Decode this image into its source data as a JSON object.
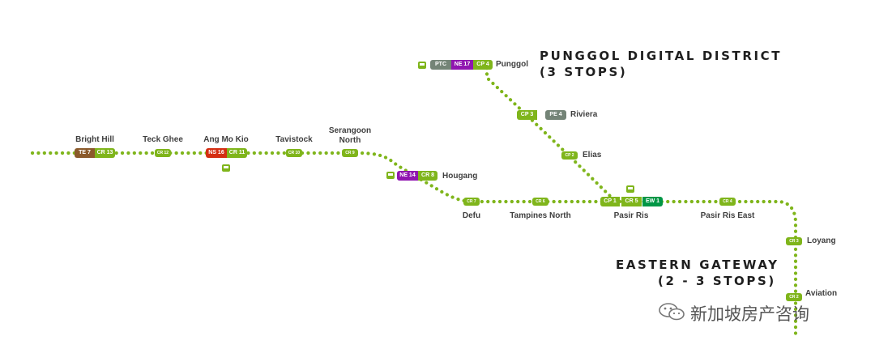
{
  "line_color": "#7fb51b",
  "colors": {
    "cr_line": "#7fb51b",
    "tel_line": "#8b5a2b",
    "ns_line": "#d42e12",
    "ne_line": "#9016b0",
    "ew_line": "#009645",
    "lrt": "#748477"
  },
  "stations": {
    "bright_hill": {
      "name": "Bright Hill",
      "codes": [
        "TE 7",
        "CR 13"
      ]
    },
    "teck_ghee": {
      "name": "Teck Ghee",
      "codes": [
        "CR 12"
      ]
    },
    "ang_mo_kio": {
      "name": "Ang Mo Kio",
      "codes": [
        "NS 16",
        "CR 11"
      ]
    },
    "tavistock": {
      "name": "Tavistock",
      "codes": [
        "CR 10"
      ]
    },
    "serangoon_north": {
      "name_line1": "Serangoon",
      "name_line2": "North",
      "codes": [
        "CR 9"
      ]
    },
    "hougang": {
      "name": "Hougang",
      "codes": [
        "NE 14",
        "CR 8"
      ]
    },
    "defu": {
      "name": "Defu",
      "codes": [
        "CR 7"
      ]
    },
    "tampines_north": {
      "name": "Tampines North",
      "codes": [
        "CR 6"
      ]
    },
    "pasir_ris": {
      "name": "Pasir Ris",
      "codes": [
        "CP 1",
        "CR 5",
        "EW 1"
      ]
    },
    "pasir_ris_east": {
      "name": "Pasir Ris East",
      "codes": [
        "CR 4"
      ]
    },
    "loyang": {
      "name": "Loyang",
      "codes": [
        "CR 3"
      ]
    },
    "aviation": {
      "name": "Aviation",
      "codes": [
        "CR 2"
      ]
    },
    "elias": {
      "name": "Elias",
      "codes": [
        "CP 2"
      ]
    },
    "riviera": {
      "name": "Riviera",
      "codes": [
        "CP 3",
        "PE 4"
      ]
    },
    "punggol": {
      "name": "Punggol",
      "codes": [
        "PTC",
        "NE 17",
        "CP 4"
      ]
    }
  },
  "districts": {
    "punggol": {
      "line1": "PUNGGOL DIGITAL DISTRICT",
      "line2": "(3 STOPS)"
    },
    "eastern": {
      "line1": "EASTERN GATEWAY",
      "line2": "(2 - 3 STOPS)"
    }
  },
  "watermark": "新加坡房产咨询",
  "icons": {
    "interchange": "train-icon",
    "watermark": "wechat-icon"
  }
}
